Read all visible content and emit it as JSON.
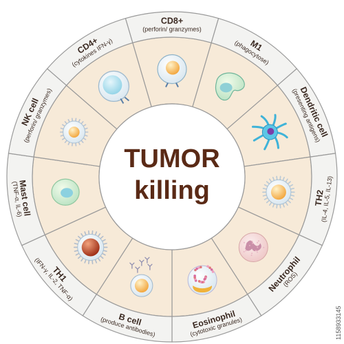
{
  "center": {
    "title_line1": "TUMOR",
    "title_line2": "killing"
  },
  "colors": {
    "ring_fill": "#f7ead8",
    "label_fill": "#f3f3f1",
    "border": "#9a9a9a",
    "inner": "#ffffff",
    "title": "#5a2a16",
    "text": "#3b2a22"
  },
  "segments": [
    {
      "name": "CD8+",
      "detail": "(perforin/ granzymes)",
      "icon": "cd8-cell-icon"
    },
    {
      "name": "M1",
      "detail": "(phagocytose)",
      "icon": "macrophage-m1-icon"
    },
    {
      "name": "Dendritic cell",
      "detail": "(presenting antigens)",
      "icon": "dendritic-cell-icon"
    },
    {
      "name": "TH2",
      "detail": "(IL-4, IL-5, IL-13)",
      "icon": "th2-cell-icon"
    },
    {
      "name": "Neutrophil",
      "detail": "(ROS)",
      "icon": "neutrophil-icon"
    },
    {
      "name": "Eosinophil",
      "detail": "(cytotoxic granules)",
      "icon": "eosinophil-icon"
    },
    {
      "name": "B cell",
      "detail": "(produce antibodies)",
      "icon": "b-cell-icon"
    },
    {
      "name": "TH1",
      "detail": "(IFN-γ, IL-2, TNF-α)",
      "icon": "th1-cell-icon"
    },
    {
      "name": "Mast cell",
      "detail": "(TNF-α, IL-6)",
      "icon": "mast-cell-icon"
    },
    {
      "name": "NK cell",
      "detail": "(perforin/ granzymes)",
      "icon": "nk-cell-icon"
    },
    {
      "name": "CD4+",
      "detail": "(cytokines IFN-γ)",
      "icon": "cd4-cell-icon"
    }
  ],
  "watermark": {
    "credit": "1158933145"
  }
}
